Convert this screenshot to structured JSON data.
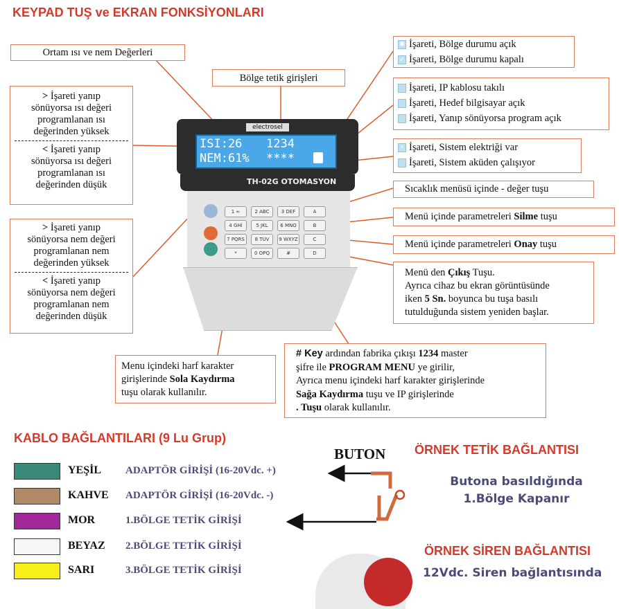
{
  "title": "KEYPAD TUŞ ve EKRAN FONKSİYONLARI",
  "device": {
    "brand": "electrosel",
    "model": "TH-02G OTOMASYON",
    "lcd_line1": "ISI:26",
    "lcd_line1_b": "1234",
    "lcd_line2": "NEM:61%",
    "lcd_line2_b": "****",
    "keys": [
      "1 ∞",
      "2 ABC",
      "3 DEF",
      "A",
      "4 GHI",
      "5 JKL",
      "6 MNO",
      "B",
      "7 PQRS",
      "8 TUV",
      "9 WXYZ",
      "C",
      "*",
      "0 OPQ",
      "#",
      "D"
    ]
  },
  "callouts": {
    "ortam": "Ortam ısı ve nem Değerleri",
    "bolge_tetik": "Bölge tetik girişleri",
    "isi_high_1": "İşareti yanıp",
    "isi_high_2": "sönüyorsa ısı değeri",
    "isi_high_3": "programlanan ısı",
    "isi_high_4": "değerinden yüksek",
    "isi_low_1": "İşareti yanıp",
    "isi_low_2": "sönüyorsa ısı değeri",
    "isi_low_3": "programlanan ısı",
    "isi_low_4": "değerinden düşük",
    "nem_high_1": "İşareti yanıp",
    "nem_high_2": "sönüyorsa nem değeri",
    "nem_high_3": "programlanan nem",
    "nem_high_4": "değerinden yüksek",
    "nem_low_1": "İşareti yanıp",
    "nem_low_2": "sönüyorsa nem değeri",
    "nem_low_3": "programlanan nem",
    "nem_low_4": "değerinden düşük",
    "gt": ">",
    "lt": "<",
    "zone_open": "İşareti, Bölge durumu açık",
    "zone_closed": "İşareti, Bölge durumu kapalı",
    "ip_cable": "İşareti, IP kablosu takılı",
    "target_pc": "İşareti, Hedef bilgisayar açık",
    "program_active": "İşareti, Yanıp sönüyorsa program açık",
    "power": "İşareti, Sistem elektriği var",
    "battery": "İşareti, Sistem aküden çalışıyor",
    "temp_minus": "Sıcaklık menüsü içinde - değer tuşu",
    "delete_pre": "Menü içinde parametreleri ",
    "delete_bold": "Silme",
    "delete_post": " tuşu",
    "confirm_pre": "Menü içinde parametreleri ",
    "confirm_bold": "Onay",
    "confirm_post": " tuşu",
    "exit_1_pre": "Menü den ",
    "exit_1_bold": "Çıkış",
    "exit_1_post": " Tuşu.",
    "exit_2": "Ayrıca cihaz bu ekran görüntüsünde",
    "exit_3_pre": "iken ",
    "exit_3_bold": "5 Sn.",
    "exit_3_post": " boyunca bu tuşa basılı",
    "exit_4": "tutulduğunda sistem yeniden başlar.",
    "left_scroll_1": "Menu içindeki harf karakter",
    "left_scroll_2_pre": "girişlerinde ",
    "left_scroll_2_bold": "Sola Kaydırma",
    "left_scroll_3": "tuşu olarak kullanılır.",
    "hash_1_bold_a": "# Key",
    "hash_1_mid": " ardından fabrika çıkışı ",
    "hash_1_bold_b": "1234",
    "hash_1_post": " master",
    "hash_2_pre": "şifre ile ",
    "hash_2_bold": "PROGRAM MENU",
    "hash_2_post": " ye girilir,",
    "hash_3": "Ayrıca menu içindeki harf karakter girişlerinde",
    "hash_4_bold": "Sağa Kaydırma",
    "hash_4_post": " tuşu ve IP girişlerinde",
    "hash_5_bold": ". Tuşu",
    "hash_5_post": " olarak kullanılır."
  },
  "cables": {
    "title": "KABLO BAĞLANTILARI (9 Lu Grup)",
    "rows": [
      {
        "name": "YEŞİL",
        "desc": "ADAPTÖR GİRİŞİ (16-20Vdc. +)",
        "color": "#3a8a7a"
      },
      {
        "name": "KAHVE",
        "desc": "ADAPTÖR GİRİŞİ (16-20Vdc. -)",
        "color": "#b08a66"
      },
      {
        "name": "MOR",
        "desc": "1.BÖLGE TETİK GİRİŞİ",
        "color": "#a0289a"
      },
      {
        "name": "BEYAZ",
        "desc": "2.BÖLGE TETİK GİRİŞİ",
        "color": "#f6f6f6"
      },
      {
        "name": "SARI",
        "desc": "3.BÖLGE TETİK GİRİŞİ",
        "color": "#f7ee1a"
      }
    ]
  },
  "example": {
    "buton": "BUTON",
    "title": "ÖRNEK TETİK BAĞLANTISI",
    "line1": "Butona basıldığında",
    "line2": "1.Bölge Kapanır",
    "siren_title": "ÖRNEK SİREN BAĞLANTISI",
    "siren_text": "12Vdc. Siren bağlantısında"
  },
  "colors": {
    "accent_red": "#d43a2a",
    "callout_border": "#e07a5a",
    "desc_blue": "#4b4b7a"
  }
}
